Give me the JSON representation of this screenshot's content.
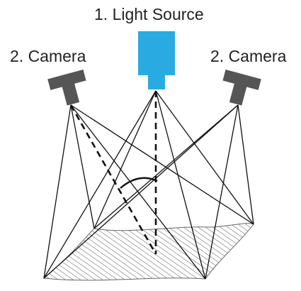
{
  "labels": {
    "light_source": "1. Light Source",
    "camera_left": "2. Camera",
    "camera_right": "2. Camera"
  },
  "colors": {
    "light_source": "#29abe2",
    "camera": "#555555",
    "lines": "#111111"
  }
}
